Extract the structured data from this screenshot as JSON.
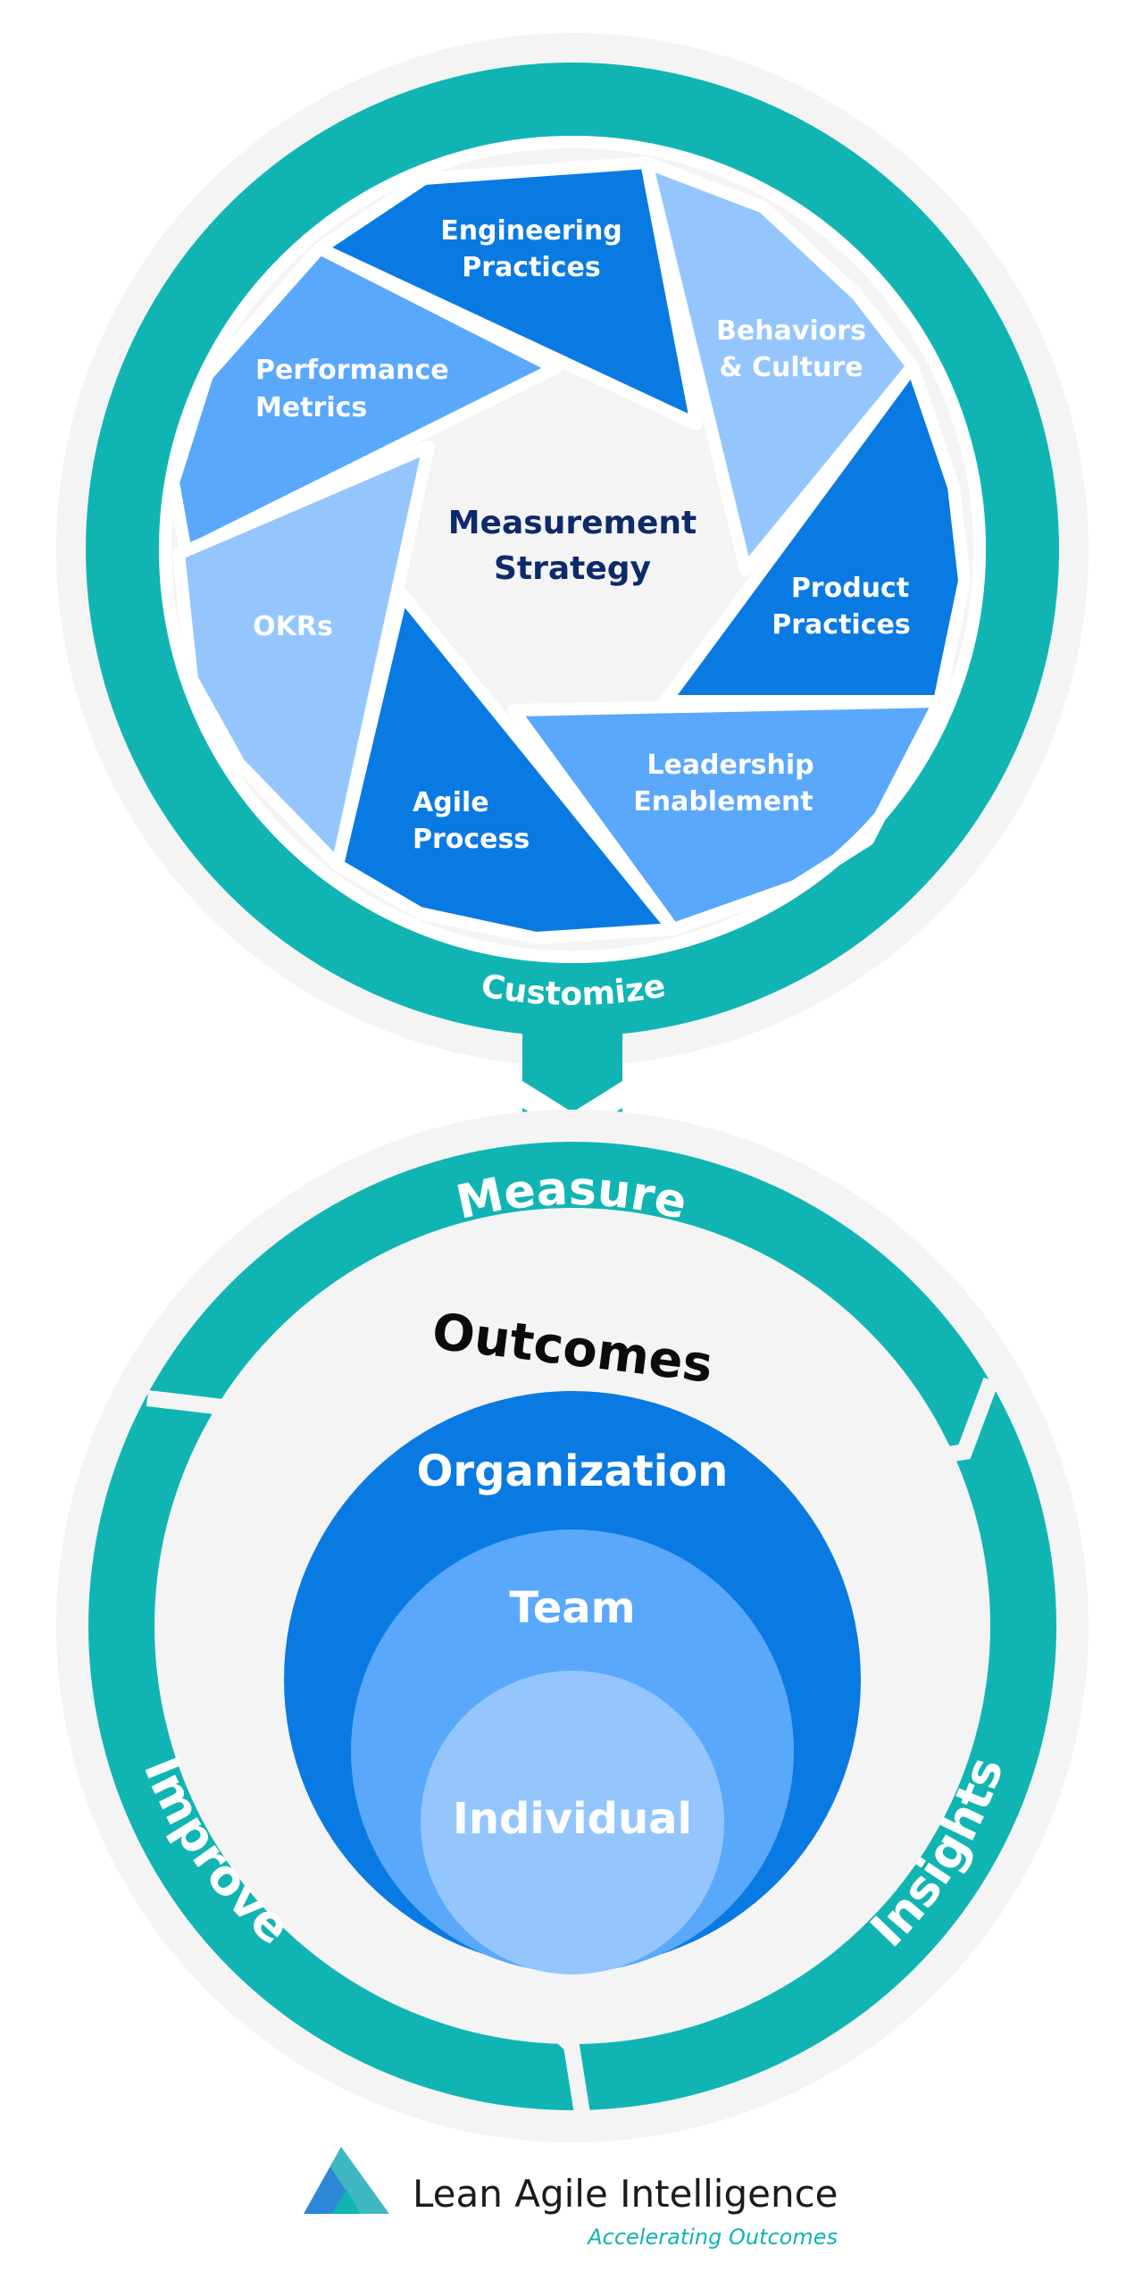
{
  "colors": {
    "teal": "#10b5b3",
    "halo": "#f4f4f5",
    "inner_bg": "#f4f4f5",
    "blue_dark": "#0a7ae3",
    "blue_mid": "#5aa8fb",
    "blue_light": "#94c6fd",
    "title_navy": "#0d2a6b"
  },
  "strategy": {
    "title_line1": "Measurement",
    "title_line2": "Strategy",
    "blades": [
      {
        "line1": "Engineering",
        "line2": "Practices"
      },
      {
        "line1": "Behaviors",
        "line2": "& Culture"
      },
      {
        "line1": "Product",
        "line2": "Practices"
      },
      {
        "line1": "Leadership",
        "line2": "Enablement"
      },
      {
        "line1": "Agile",
        "line2": "Process"
      },
      {
        "line1": "OKRs",
        "line2": ""
      },
      {
        "line1": "Performance",
        "line2": "Metrics"
      }
    ],
    "connector_label": "Customize"
  },
  "cycle": {
    "top_label": "Measure",
    "left_label": "Improve",
    "right_label": "Insights",
    "center_title": "Outcomes",
    "levels": [
      "Organization",
      "Team",
      "Individual"
    ]
  },
  "brand": {
    "name": "Lean Agile Intelligence",
    "tagline": "Accelerating Outcomes"
  },
  "icons": {
    "logo": "lean-agile-triangle-logo"
  }
}
